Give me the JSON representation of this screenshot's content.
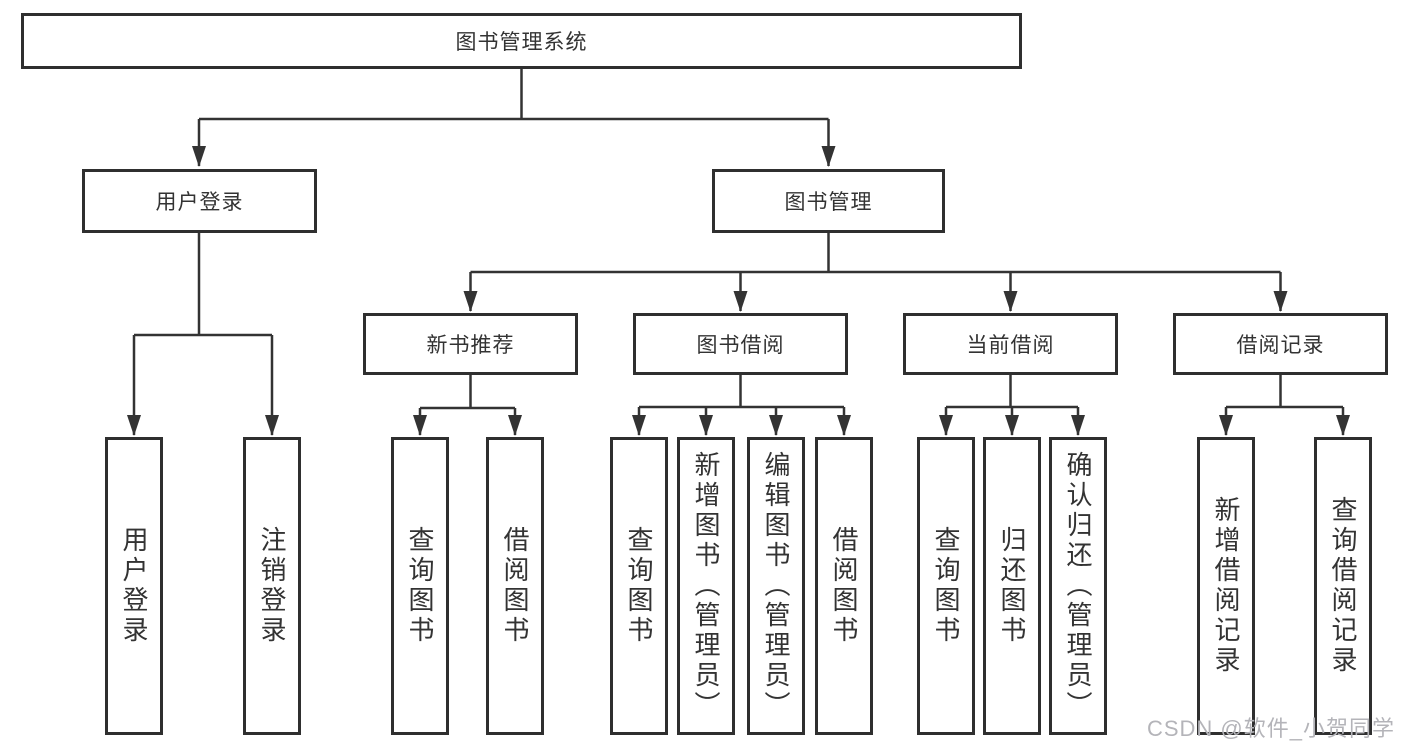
{
  "tree": {
    "label": "图书管理系统",
    "children": [
      {
        "label": "用户登录",
        "children": [
          {
            "label": "用户登录"
          },
          {
            "label": "注销登录"
          }
        ]
      },
      {
        "label": "图书管理",
        "children": [
          {
            "label": "新书推荐",
            "children": [
              {
                "label": "查询图书"
              },
              {
                "label": "借阅图书"
              }
            ]
          },
          {
            "label": "图书借阅",
            "children": [
              {
                "label": "查询图书"
              },
              {
                "label": "新增图书（管理员）"
              },
              {
                "label": "编辑图书（管理员）"
              },
              {
                "label": "借阅图书"
              }
            ]
          },
          {
            "label": "当前借阅",
            "children": [
              {
                "label": "查询图书"
              },
              {
                "label": "归还图书"
              },
              {
                "label": "确认归还（管理员）"
              }
            ]
          },
          {
            "label": "借阅记录",
            "children": [
              {
                "label": "新增借阅记录"
              },
              {
                "label": "查询借阅记录"
              }
            ]
          }
        ]
      }
    ]
  },
  "watermark": {
    "text": "CSDN @软件_小贺同学"
  },
  "colors": {
    "line": "#333333",
    "border": "#2f2f2f",
    "text": "#333333",
    "watermark": "#b4b4b9",
    "background": "#ffffff"
  }
}
